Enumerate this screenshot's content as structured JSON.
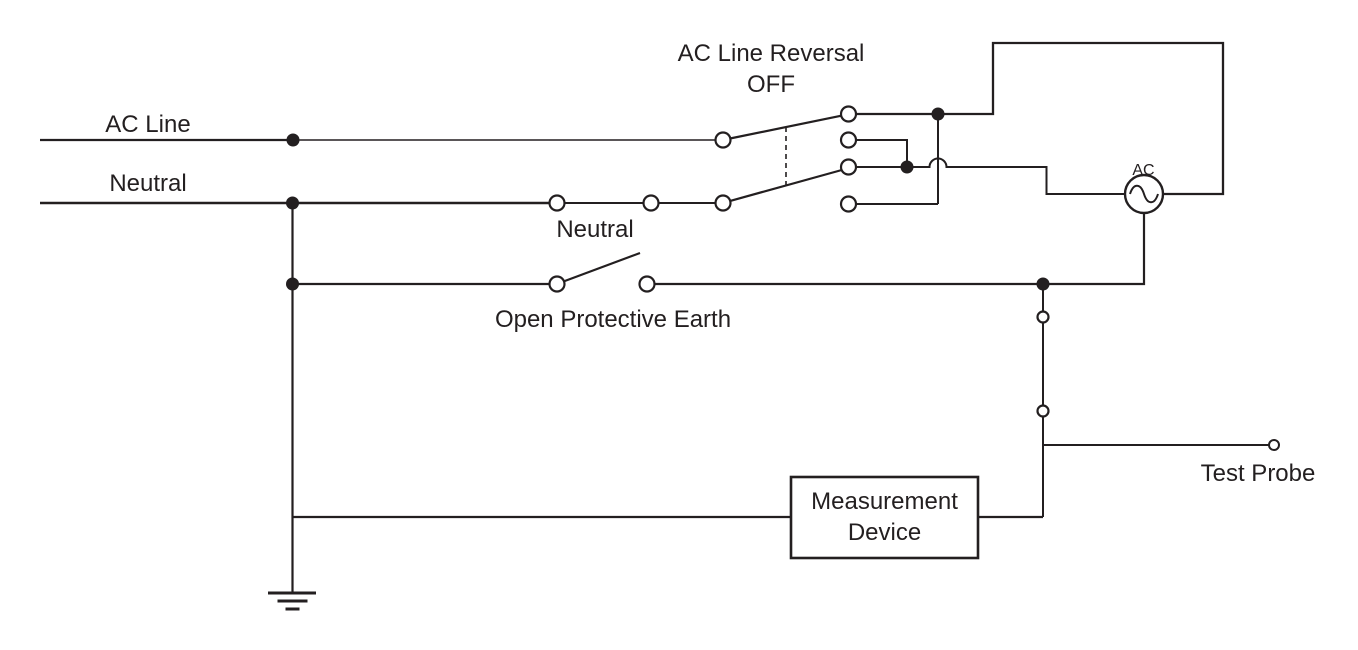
{
  "diagram": {
    "colors": {
      "wire": "#231f20",
      "background": "#ffffff"
    },
    "labels": {
      "ac_line": "AC Line",
      "neutral": "Neutral",
      "neutral_switch": "Neutral",
      "reversal_title": "AC Line Reversal",
      "reversal_state": "OFF",
      "open_protective_earth": "Open Protective Earth",
      "ac_source": "AC",
      "measurement_line1": "Measurement",
      "measurement_line2": "Device",
      "test_probe": "Test Probe"
    }
  }
}
